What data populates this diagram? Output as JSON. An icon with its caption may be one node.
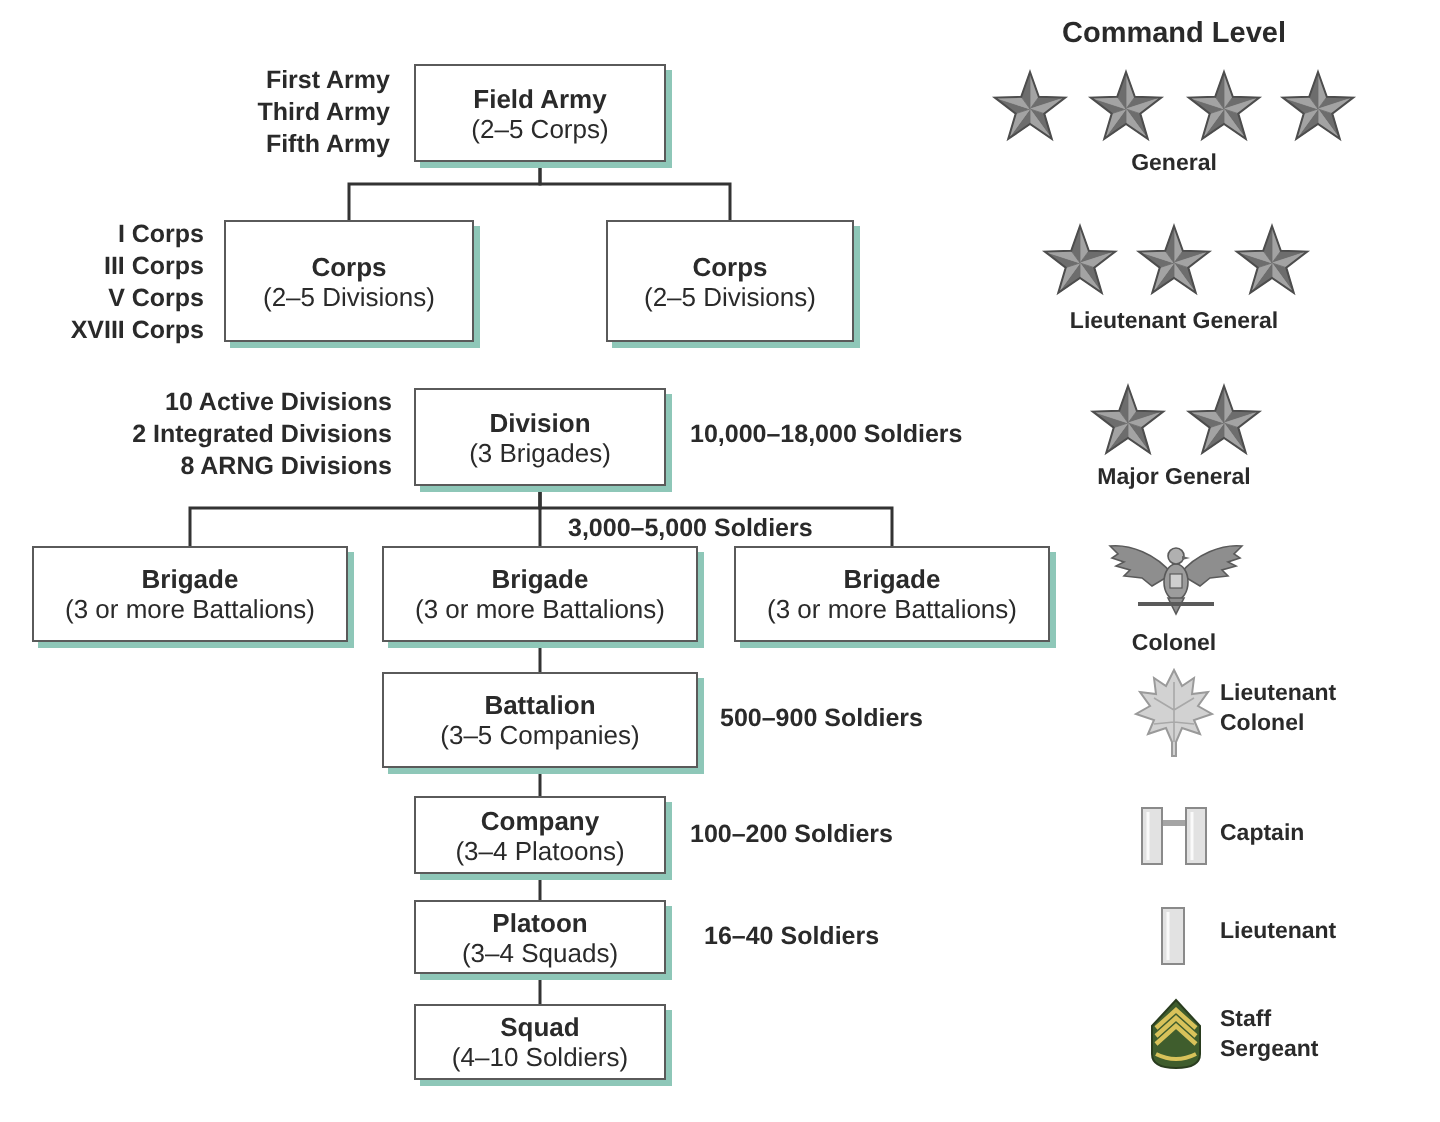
{
  "diagram": {
    "nodes": [
      {
        "text": [
          "Field Army",
          "(2–5 Corps)"
        ],
        "beside": [
          "First Army",
          "Third Army",
          "Fifth Army"
        ]
      },
      {
        "text": [
          "Corps",
          "(2–5 Divisions)"
        ],
        "beside": [
          "I Corps",
          "III Corps",
          "V Corps",
          "XVIII Corps"
        ]
      },
      {
        "text": [
          "Corps",
          "(2–5 Divisions)"
        ]
      },
      {
        "text": [
          "Division",
          "(3 Brigades)"
        ],
        "beside": [
          "10 Active Divisions",
          "2 Integrated Divisions",
          "8 ARNG Divisions",
          "10,000–18,000 Soldiers"
        ]
      },
      {
        "text": [
          "Brigade",
          "(3 or more Battalions)"
        ]
      },
      {
        "text": [
          "Brigade",
          "(3 or more Battalions)"
        ]
      },
      {
        "text": [
          "Brigade",
          "(3 or more Battalions)"
        ]
      },
      {
        "text": [
          "Battalion",
          "(3–5 Companies)"
        ],
        "beside": [
          "500–900 Soldiers"
        ]
      },
      {
        "text": [
          "Company",
          "(3–4 Platoons)"
        ],
        "beside": [
          "100–200 Soldiers"
        ]
      },
      {
        "text": [
          "Platoon",
          "(3–4 Squads)"
        ],
        "beside": [
          "16–40 Soldiers"
        ]
      },
      {
        "text": [
          "Squad",
          "(4–10 Soldiers)"
        ]
      }
    ],
    "edges": [
      {
        "from": 0,
        "to": 1,
        "arrow": "none"
      },
      {
        "from": 0,
        "to": 2,
        "arrow": "none"
      },
      {
        "from": 3,
        "to": 4,
        "arrow": "none"
      },
      {
        "from": 3,
        "to": 5,
        "arrow": "none"
      },
      {
        "from": 3,
        "to": 6,
        "arrow": "none"
      },
      {
        "from": 5,
        "to": 7,
        "arrow": "none"
      },
      {
        "from": 7,
        "to": 8,
        "arrow": "none"
      },
      {
        "from": 8,
        "to": 9,
        "arrow": "none"
      },
      {
        "from": 9,
        "to": 10,
        "arrow": "none"
      }
    ],
    "labels": [
      "Command Level",
      "General",
      "Lieutenant General",
      "Major General",
      "3,000–5,000 Soldiers",
      "Colonel",
      "Lieutenant Colonel",
      "Captain",
      "Lieutenant",
      "Staff Sergeant"
    ]
  }
}
